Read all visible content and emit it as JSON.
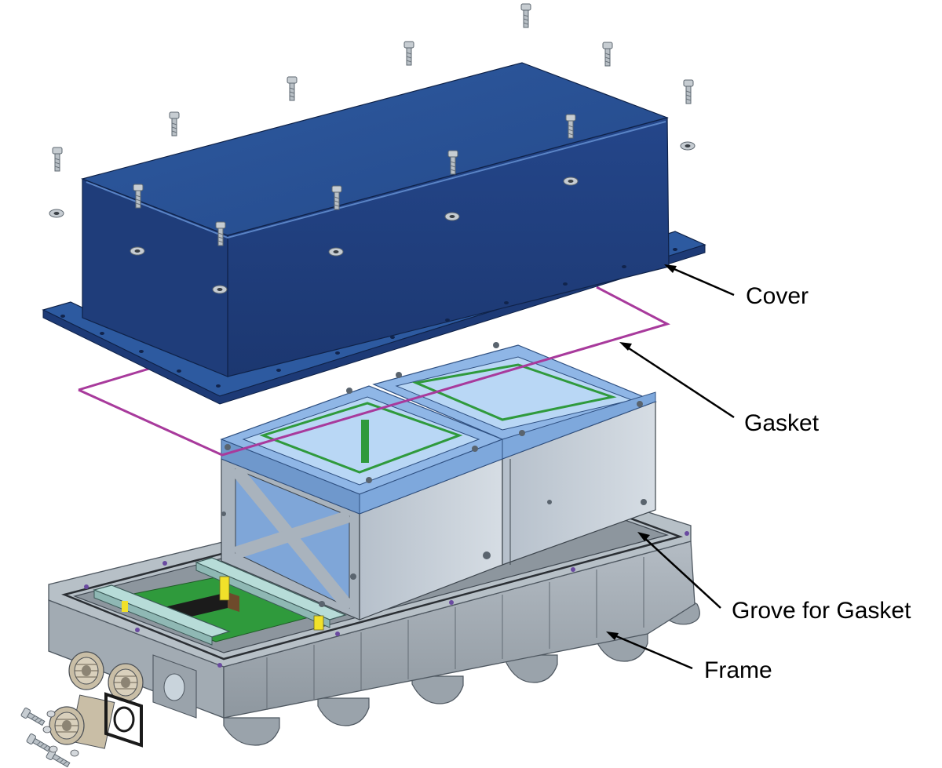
{
  "labels": {
    "cover": "Cover",
    "gasket": "Gasket",
    "groove": "Grove for Gasket",
    "frame": "Frame"
  },
  "colors": {
    "cover_dark": "#1f3d7a",
    "cover_mid": "#2a5398",
    "cover_light": "#3a66ad",
    "gasket": "#a83a9c",
    "module_frame": "#8fb6e6",
    "module_body": "#c9d2dc",
    "frame_body": "#a9b2ba",
    "pcb_green": "#2f9a3c",
    "connector_gold": "#b8a88a"
  }
}
